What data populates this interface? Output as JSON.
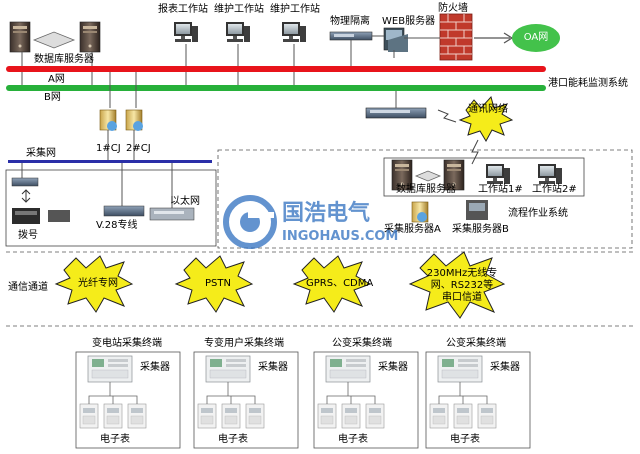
{
  "title_network": "港口能耗监测系统",
  "networks": {
    "a": "A网",
    "b": "B网",
    "collect": "采集网",
    "ethernet": "以太网"
  },
  "top_nodes": {
    "db_server": "数据库服务器",
    "report_ws": "报表工作站",
    "maint_ws1": "维护工作站",
    "maint_ws2": "维护工作站",
    "isolation": "物理隔离",
    "web_server": "WEB服务器",
    "firewall": "防火墙",
    "oa": "OA网"
  },
  "cj": {
    "cj1": "1#CJ",
    "cj2": "2#CJ"
  },
  "comm_net": "通讯网络",
  "left_box": {
    "dial": "拨号",
    "v28": "V.28专线"
  },
  "right_box": {
    "db_server": "数据库服务器",
    "ws1": "工作站1#",
    "ws2": "工作站2#",
    "workflow": "流程作业系统",
    "server_a": "采集服务器A",
    "server_b": "采集服务器B"
  },
  "watermark": {
    "cn": "国浩电气",
    "en": "INGOHAUS.COM"
  },
  "channels": {
    "label": "通信通道",
    "items": [
      "光纤专网",
      "PSTN",
      "GPRS、CDMA",
      "230MHz无线专网、RS232等串口信道"
    ]
  },
  "terminals": [
    {
      "title": "变电站采集终端",
      "collector": "采集器",
      "meter": "电子表"
    },
    {
      "title": "专变用户采集终端",
      "collector": "采集器",
      "meter": "电子表"
    },
    {
      "title": "公变采集终端",
      "collector": "采集器",
      "meter": "电子表"
    },
    {
      "title": "公变采集终端",
      "collector": "采集器",
      "meter": "电子表"
    }
  ],
  "colors": {
    "a_net": "#e8141b",
    "b_net": "#27b03a",
    "collect_net": "#2a2fa8",
    "burst": "#f5ec1a",
    "oa": "#43c24b",
    "firewall": "#c0392b",
    "watermark": "#2f6fc0"
  }
}
